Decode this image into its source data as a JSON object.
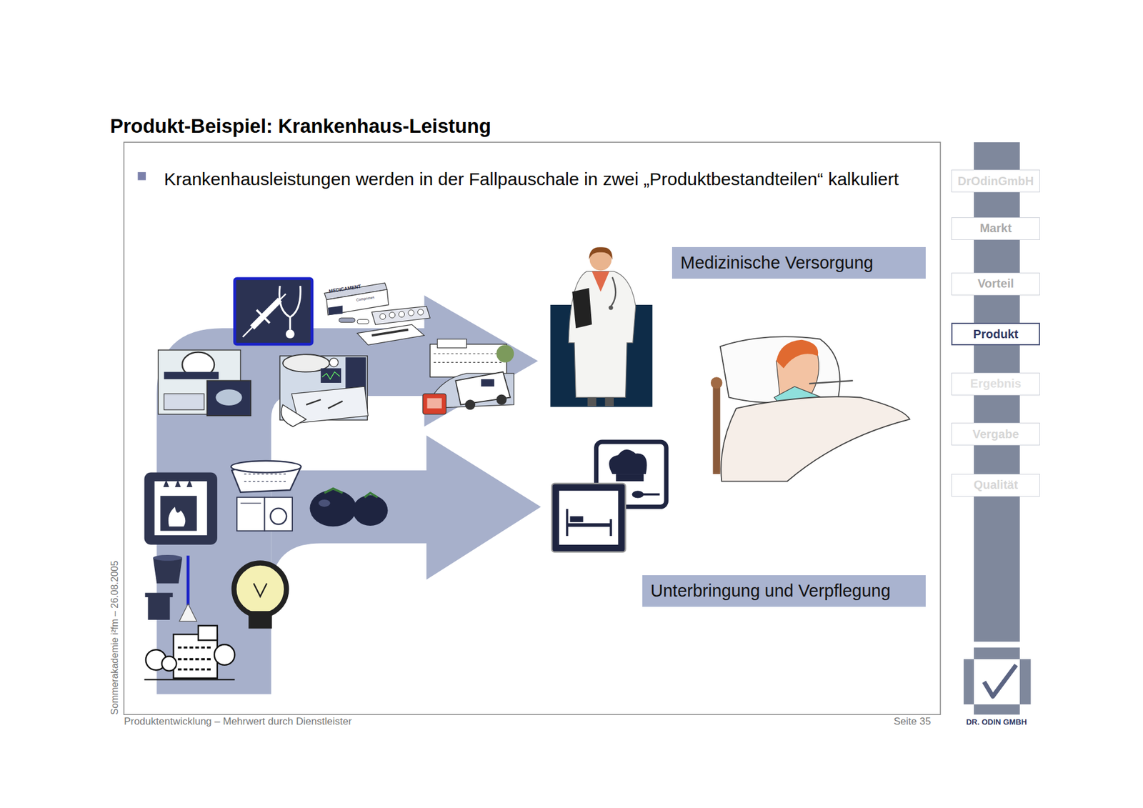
{
  "diagram": {
    "title": "Produkt-Beispiel: Krankenhaus-Leistung",
    "nodes": [
      {
        "text": [
          "Medizinische Versorgung"
        ]
      },
      {
        "text": [
          "Unterbringung und Verpflegung"
        ]
      },
      {
        "text": [
          "DrOdinGmbH"
        ]
      },
      {
        "text": [
          "Markt"
        ]
      },
      {
        "text": [
          "Vorteil"
        ]
      },
      {
        "text": [
          "Produkt"
        ]
      },
      {
        "text": [
          "Ergebnis"
        ]
      },
      {
        "text": [
          "Vergabe"
        ]
      },
      {
        "text": [
          "Qualität"
        ]
      }
    ],
    "labels": [
      "Krankenhausleistungen werden in der Fallpauschale in zwei „Produktbestandteilen“ kalkuliert",
      "MEDICAMENT",
      "Comprimes",
      "Sommerakademie i²fm – 26.08.2005",
      "Produktentwicklung – Mehrwert durch Dienstleister",
      "Seite 35",
      "DR. ODIN GMBH"
    ]
  }
}
